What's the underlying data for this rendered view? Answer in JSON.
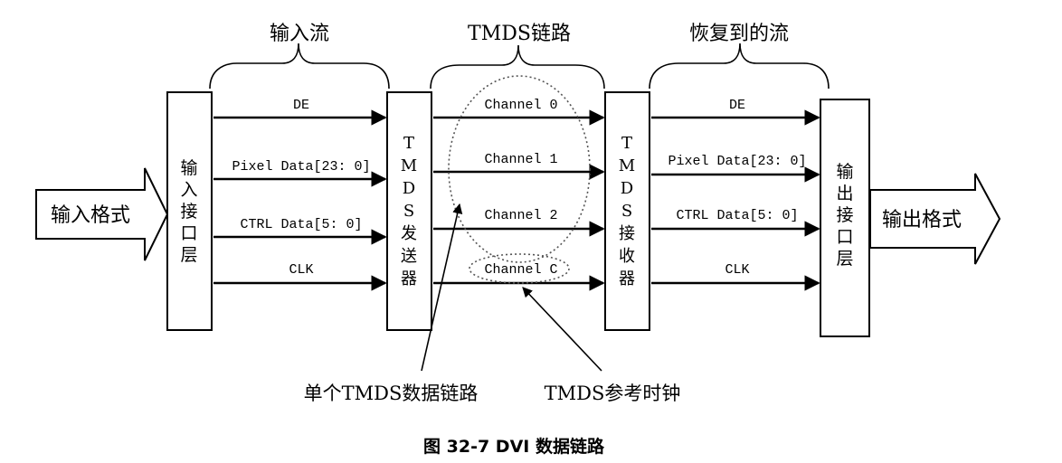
{
  "figure": {
    "caption": "图 32-7 DVI 数据链路"
  },
  "sections": {
    "input_stream": "输入流",
    "tmds_link": "TMDS链路",
    "recovered_stream": "恢复到的流"
  },
  "blocks": {
    "input_interface": [
      "输",
      "入",
      "接",
      "口",
      "层"
    ],
    "tmds_transmitter": [
      "T",
      "M",
      "D",
      "S",
      "发",
      "送",
      "器"
    ],
    "tmds_receiver": [
      "T",
      "M",
      "D",
      "S",
      "接",
      "收",
      "器"
    ],
    "output_interface": [
      "输",
      "出",
      "接",
      "口",
      "层"
    ]
  },
  "io": {
    "input_format": "输入格式",
    "output_format": "输出格式"
  },
  "signals": {
    "de": "DE",
    "pixel_data": "Pixel Data[23: 0]",
    "ctrl_data": "CTRL Data[5: 0]",
    "clk": "CLK"
  },
  "channels": [
    "Channel 0",
    "Channel 1",
    "Channel 2",
    "Channel C"
  ],
  "annotations": {
    "single_link": "单个TMDS数据链路",
    "ref_clock": "TMDS参考时钟"
  }
}
